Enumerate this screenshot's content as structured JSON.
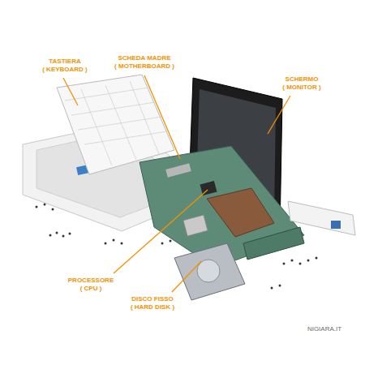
{
  "diagram": {
    "labels": [
      "TASTIERA",
      "( KEYBOARD )",
      "SCHEDA MADRE",
      "( MOTHERBOARD )",
      "SCHERMO",
      "( MONITOR )",
      "PROCESSORE",
      "( CPU )",
      "DISCO FISSO",
      "( HARD DISK )",
      "NIGIARA.IT"
    ]
  }
}
